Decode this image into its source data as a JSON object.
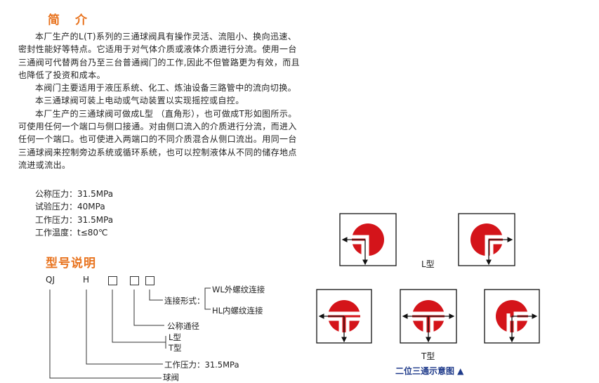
{
  "intro": {
    "title": "简介",
    "paragraphs": [
      "本厂生产的L(T)系列的三通球阀具有操作灵活、流阻小、换向迅速、密封性能好等特点。它适用于对气体介质或液体介质进行分流。使用一台三通阀可代替两台乃至三台普通阀门的工作,因此不但管路更为有效，而且也降低了投资和成本。",
      "本阀门主要适用于液压系统、化工、炼油设备三路管中的流向切换。",
      "本三通球阀可装上电动或气动装置以实现摇控或自控。",
      "本厂生产的三通球阀可做成L型 （直角形），也可做成T形如图所示。可使用任何一个端口与侧口接通。对由侧口流入的介质进行分流，而进入任何一个端口。也可使进入两端口的不同介质混合从侧口流出。用同一台三通球阀来控制旁边系统或循环系统，也可以控制液体从不同的储存地点流进或流出。"
    ]
  },
  "specs": [
    "公称压力：31.5MPa",
    "试验压力：40MPa",
    "工作压力：31.5MPa",
    "工作温度：t≤80℃"
  ],
  "model": {
    "title": "型号说明",
    "code_qj": "QJ",
    "code_h": "H",
    "connection_label": "连接形式：",
    "wl_label": "WL外螺纹连接",
    "hl_label": "HL内螺纹连接",
    "nominal_label": "公称通径",
    "l_type": "L型",
    "t_type": "T型",
    "work_pressure_label": "工作压力：31.5MPa",
    "ball_valve_label": "球阀"
  },
  "figure": {
    "l_caption": "L型",
    "t_caption": "T型",
    "schematic_caption": "二位三通示意图 ▲"
  },
  "colors": {
    "accent": "#e8731e",
    "ball": "#d4141a",
    "caption": "#1e3a8a"
  }
}
